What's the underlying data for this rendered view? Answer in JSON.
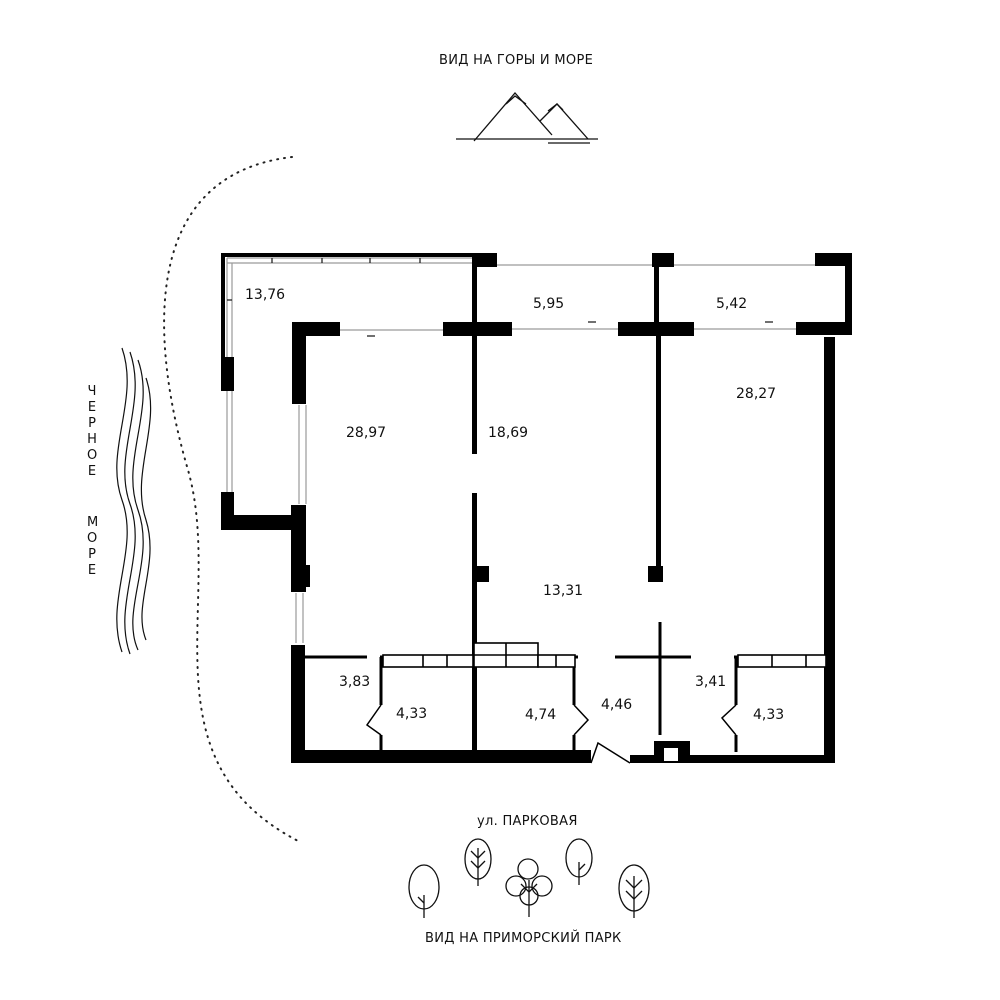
{
  "labels": {
    "north_view": "ВИД НА ГОРЫ И МОРЕ",
    "street": "ул. ПАРКОВАЯ",
    "south_view": "ВИД НА ПРИМОРСКИЙ ПАРК",
    "sea_word1": "ЧЕРНОЕ",
    "sea_word2": "МОРЕ"
  },
  "areas": {
    "balcony_left": "13,76",
    "balcony_mid": "5,95",
    "balcony_right": "5,42",
    "room_left": "28,97",
    "room_mid": "18,69",
    "room_right": "28,27",
    "hall": "13,31",
    "closet_left": "3,83",
    "bath_left": "4,33",
    "bath_mid": "4,74",
    "entry": "4,46",
    "closet_right": "3,41",
    "bath_right": "4,33"
  },
  "icons": {
    "mountains": "mountains-icon",
    "waves": "waves-icon",
    "trees": "trees-icon"
  },
  "colors": {
    "wall": "#000000",
    "line": "#111111",
    "thin": "#bbbbbb",
    "background": "#ffffff"
  }
}
